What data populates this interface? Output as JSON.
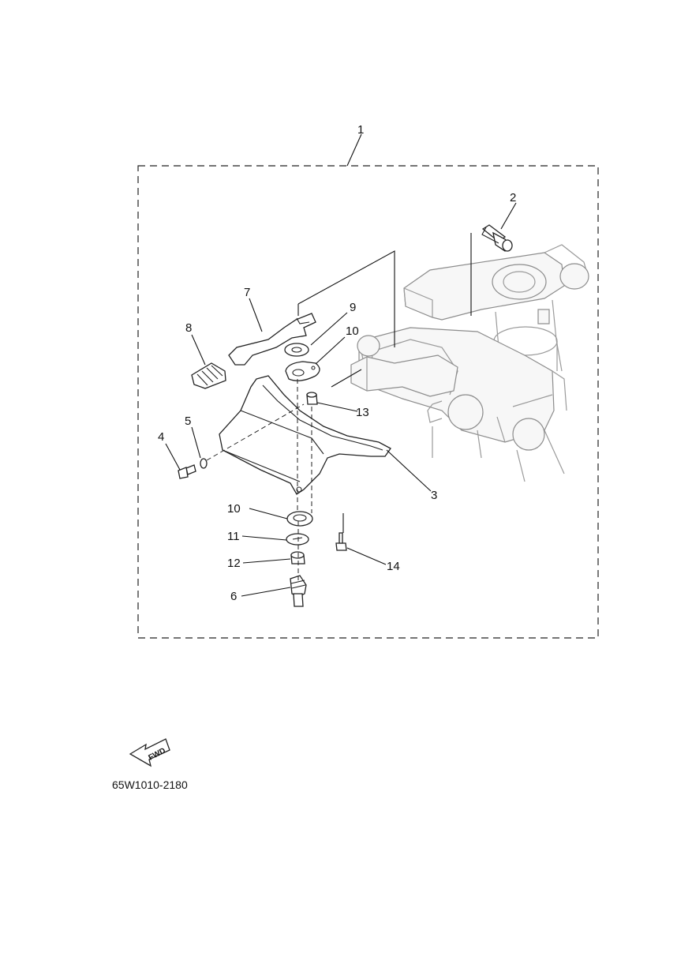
{
  "callouts": {
    "c1": "1",
    "c2": "2",
    "c3": "3",
    "c4": "4",
    "c5": "5",
    "c6": "6",
    "c7": "7",
    "c8": "8",
    "c9": "9",
    "c10a": "10",
    "c10b": "10",
    "c11": "11",
    "c12": "12",
    "c13": "13",
    "c14": "14"
  },
  "arrow_label": "FWD",
  "diagram_code": "65W1010-2180",
  "colors": {
    "line": "#222222",
    "housing": "#9a9a9a",
    "background": "#ffffff"
  }
}
